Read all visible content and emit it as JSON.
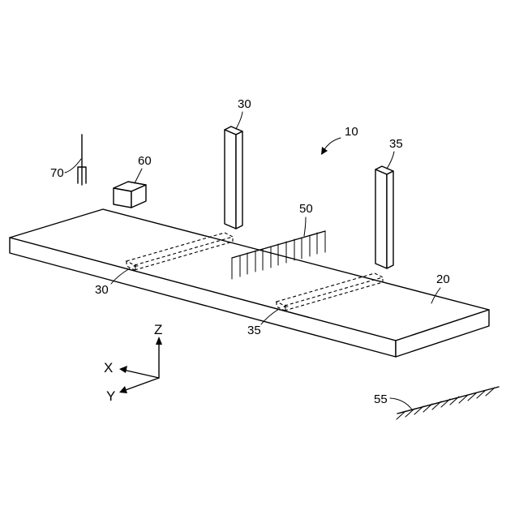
{
  "labels": {
    "device": "10",
    "table": "20",
    "column_a": "30",
    "column_a_lower": "30",
    "column_b": "35",
    "column_b_lower": "35",
    "comb_mounted": "50",
    "comb_separate": "55",
    "box": "60",
    "tool": "70"
  },
  "axes": {
    "z": "Z",
    "x": "X",
    "y": "Y"
  }
}
